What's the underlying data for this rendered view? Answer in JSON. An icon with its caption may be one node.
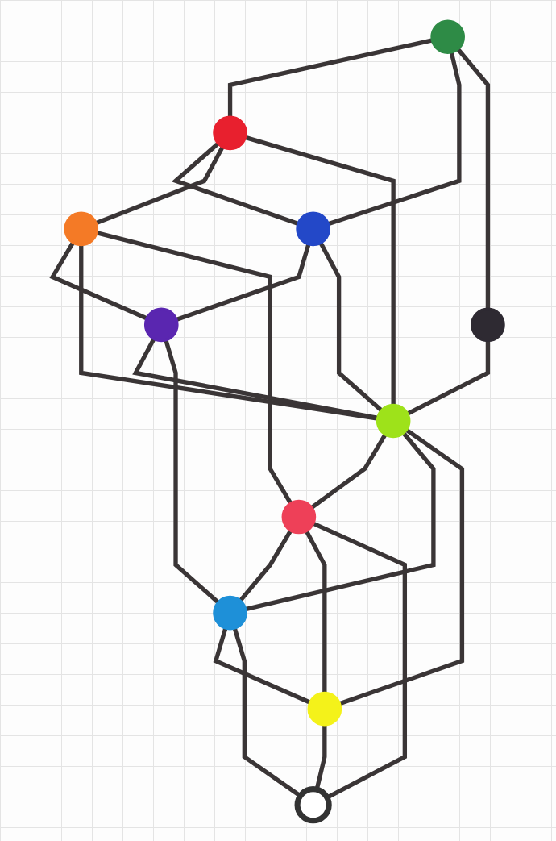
{
  "diagram": {
    "nodes": [
      {
        "text": [],
        "shape": "circle"
      },
      {
        "text": [],
        "shape": "circle"
      },
      {
        "text": [],
        "shape": "circle"
      },
      {
        "text": [],
        "shape": "circle"
      },
      {
        "text": [],
        "shape": "circle"
      },
      {
        "text": [],
        "shape": "circle"
      },
      {
        "text": [],
        "shape": "circle"
      },
      {
        "text": [],
        "shape": "circle"
      },
      {
        "text": [],
        "shape": "circle"
      },
      {
        "text": [],
        "shape": "circle"
      },
      {
        "text": [],
        "shape": "circle"
      }
    ],
    "edges": [
      {
        "from": 0,
        "to": 1,
        "arrow": "none"
      },
      {
        "from": 0,
        "to": 2,
        "arrow": "none"
      },
      {
        "from": 0,
        "to": 3,
        "arrow": "none"
      },
      {
        "from": 1,
        "to": 2,
        "arrow": "none"
      },
      {
        "from": 1,
        "to": 4,
        "arrow": "none"
      },
      {
        "from": 1,
        "to": 6,
        "arrow": "none"
      },
      {
        "from": 2,
        "to": 5,
        "arrow": "none"
      },
      {
        "from": 2,
        "to": 6,
        "arrow": "none"
      },
      {
        "from": 3,
        "to": 6,
        "arrow": "none"
      },
      {
        "from": 4,
        "to": 5,
        "arrow": "none"
      },
      {
        "from": 4,
        "to": 6,
        "arrow": "none"
      },
      {
        "from": 4,
        "to": 7,
        "arrow": "none"
      },
      {
        "from": 5,
        "to": 6,
        "arrow": "none"
      },
      {
        "from": 5,
        "to": 8,
        "arrow": "none"
      },
      {
        "from": 6,
        "to": 7,
        "arrow": "none"
      },
      {
        "from": 6,
        "to": 8,
        "arrow": "none"
      },
      {
        "from": 6,
        "to": 9,
        "arrow": "none"
      },
      {
        "from": 7,
        "to": 8,
        "arrow": "none"
      },
      {
        "from": 7,
        "to": 9,
        "arrow": "none"
      },
      {
        "from": 7,
        "to": 10,
        "arrow": "none"
      },
      {
        "from": 8,
        "to": 9,
        "arrow": "none"
      },
      {
        "from": 8,
        "to": 10,
        "arrow": "none"
      },
      {
        "from": 9,
        "to": 10,
        "arrow": "none"
      }
    ]
  }
}
